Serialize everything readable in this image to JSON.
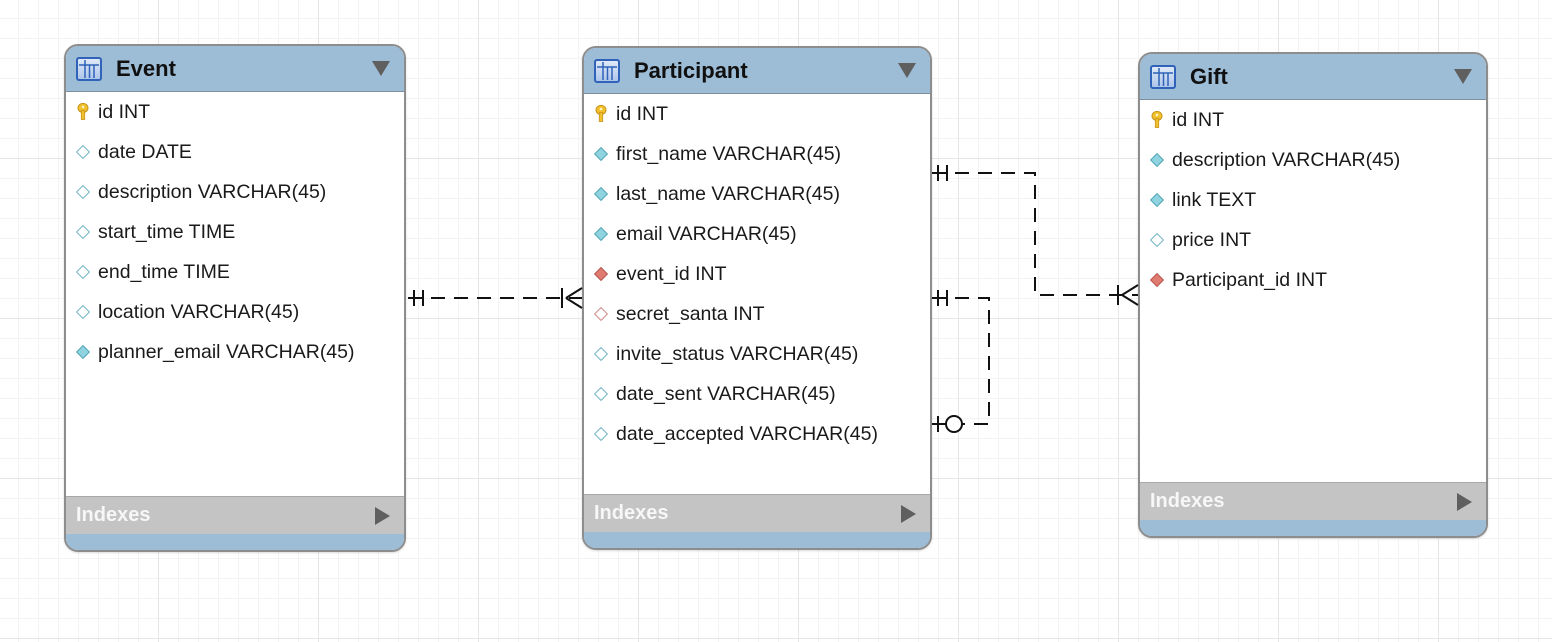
{
  "tables": {
    "event": {
      "title": "Event",
      "indexes_label": "Indexes",
      "columns": [
        {
          "text": "id INT",
          "icon": "key-icon"
        },
        {
          "text": "date DATE",
          "icon": "column-diamond-empty-icon"
        },
        {
          "text": "description VARCHAR(45)",
          "icon": "column-diamond-empty-icon"
        },
        {
          "text": "start_time TIME",
          "icon": "column-diamond-empty-icon"
        },
        {
          "text": "end_time TIME",
          "icon": "column-diamond-empty-icon"
        },
        {
          "text": "location VARCHAR(45)",
          "icon": "column-diamond-empty-icon"
        },
        {
          "text": "planner_email VARCHAR(45)",
          "icon": "column-diamond-filled-icon"
        }
      ]
    },
    "participant": {
      "title": "Participant",
      "indexes_label": "Indexes",
      "columns": [
        {
          "text": "id INT",
          "icon": "key-icon"
        },
        {
          "text": "first_name VARCHAR(45)",
          "icon": "column-diamond-filled-icon"
        },
        {
          "text": "last_name VARCHAR(45)",
          "icon": "column-diamond-filled-icon"
        },
        {
          "text": "email VARCHAR(45)",
          "icon": "column-diamond-filled-icon"
        },
        {
          "text": "event_id INT",
          "icon": "foreign-key-diamond-icon"
        },
        {
          "text": "secret_santa INT",
          "icon": "foreign-key-diamond-empty-icon"
        },
        {
          "text": "invite_status VARCHAR(45)",
          "icon": "column-diamond-empty-icon"
        },
        {
          "text": "date_sent VARCHAR(45)",
          "icon": "column-diamond-empty-icon"
        },
        {
          "text": "date_accepted VARCHAR(45)",
          "icon": "column-diamond-empty-icon"
        }
      ]
    },
    "gift": {
      "title": "Gift",
      "indexes_label": "Indexes",
      "columns": [
        {
          "text": "id INT",
          "icon": "key-icon"
        },
        {
          "text": "description VARCHAR(45)",
          "icon": "column-diamond-filled-icon"
        },
        {
          "text": "link TEXT",
          "icon": "column-diamond-filled-icon"
        },
        {
          "text": "price INT",
          "icon": "column-diamond-empty-icon"
        },
        {
          "text": "Participant_id INT",
          "icon": "foreign-key-diamond-icon"
        }
      ]
    }
  },
  "colors": {
    "header": "#9dbcd6",
    "indexes_bar": "#c4c4c4",
    "key": "#f2c12e",
    "column_filled": "#8fd3e0",
    "foreign_key": "#e07b72",
    "relationship_line": "#111111"
  }
}
